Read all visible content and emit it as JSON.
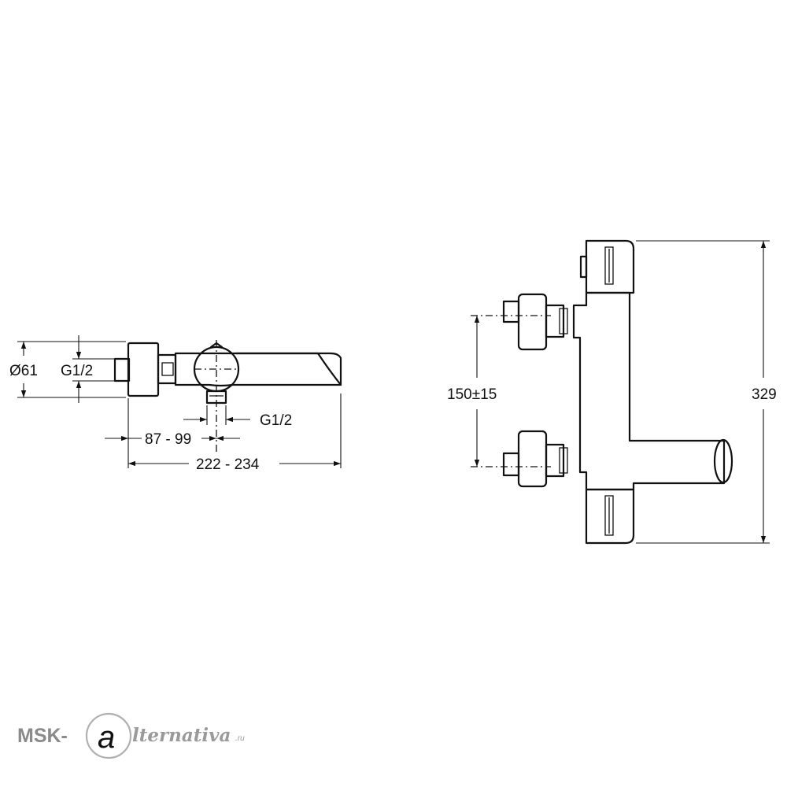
{
  "side_view": {
    "dimensions": {
      "diameter": "Ø61",
      "inlet_thread": "G1/2",
      "outlet_thread": "G1/2",
      "center_distance": "87 - 99",
      "total_length": "222 - 234"
    }
  },
  "front_view": {
    "dimensions": {
      "inlet_spacing": "150±15",
      "height": "329"
    }
  },
  "watermark": {
    "brand_left": "MSK-",
    "brand_right": "lternativa",
    "tld": ".ru"
  }
}
